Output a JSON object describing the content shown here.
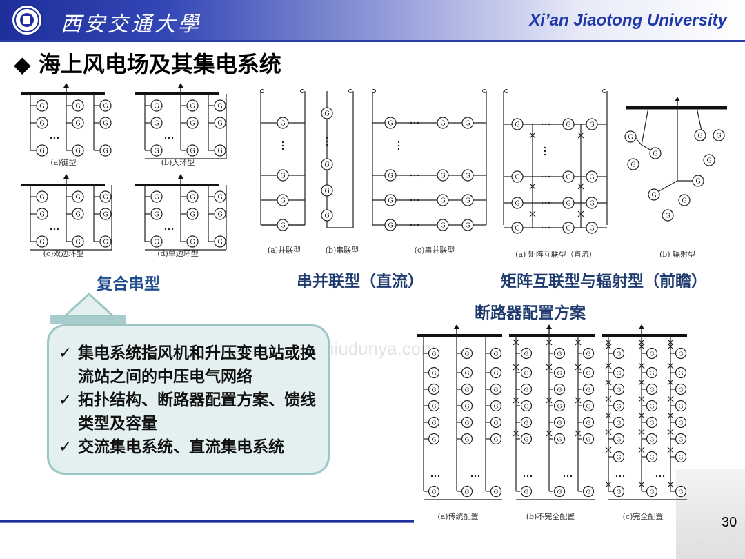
{
  "header": {
    "cn_university": "西安交通大學",
    "en_university": "Xi’an Jiaotong University"
  },
  "slide": {
    "title": "◆ 海上风电场及其集电系统",
    "page_number": "30"
  },
  "section_labels": {
    "composite": "复合串型",
    "series_parallel": "串并联型（直流）",
    "matrix_radial": "矩阵互联型与辐射型（前瞻）",
    "breaker": "断路器配置方案"
  },
  "diagram_captions": {
    "chain": "(a)链型",
    "large_ring": "(b)大环型",
    "double_ring": "(c)双边环型",
    "single_ring": "(d)单边环型",
    "parallel": "(a)并联型",
    "series": "(b)串联型",
    "series_parallel": "(c)串并联型",
    "matrix": "(a) 矩阵互联型（直流）",
    "radial": "(b) 辐射型",
    "traditional": "(a)传统配置",
    "incomplete": "(b)不完全配置",
    "complete": "(c)完全配置"
  },
  "generator_symbol": "G",
  "callout": {
    "check_glyph": "✓",
    "items": [
      "集电系统指风机和升压变电站或换流站之间的中压电气网络",
      "拓扑结构、断路器配置方案、馈线类型及容量",
      "交流集电系统、直流集电系统"
    ]
  },
  "watermark": "niudunya.com",
  "colors": {
    "header_blue": "#1e2f9c",
    "label_blue": "#1f4e8c",
    "callout_bg": "#e4f0f0",
    "callout_border": "#9cc6c6"
  }
}
